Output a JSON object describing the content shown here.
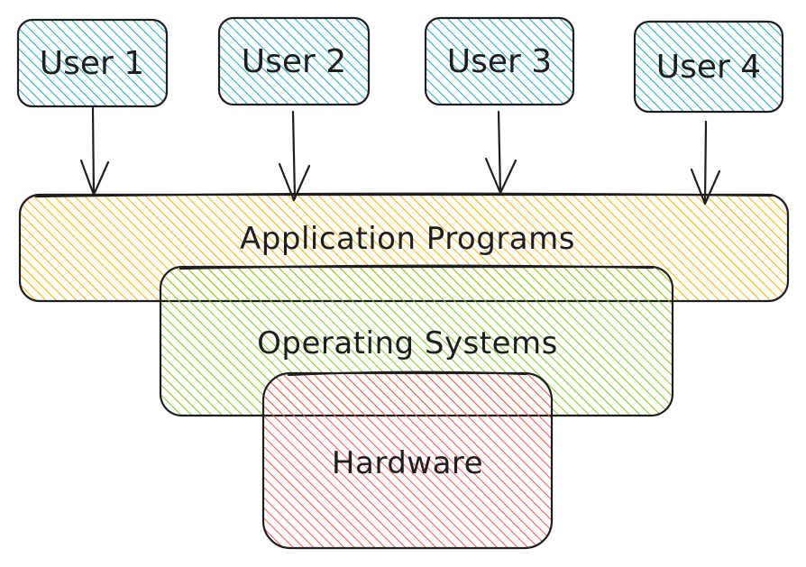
{
  "colors": {
    "user_fill": "#15aabf",
    "application_fill": "#fab005",
    "os_fill": "#82c91e",
    "hardware_fill": "#fa5252",
    "stroke": "#1e1e1e"
  },
  "users": [
    {
      "label": "User 1"
    },
    {
      "label": "User 2"
    },
    {
      "label": "User 3"
    },
    {
      "label": "User 4"
    }
  ],
  "layers": {
    "application": {
      "label": "Application Programs"
    },
    "operating_system": {
      "label": "Operating Systems"
    },
    "hardware": {
      "label": "Hardware"
    }
  }
}
